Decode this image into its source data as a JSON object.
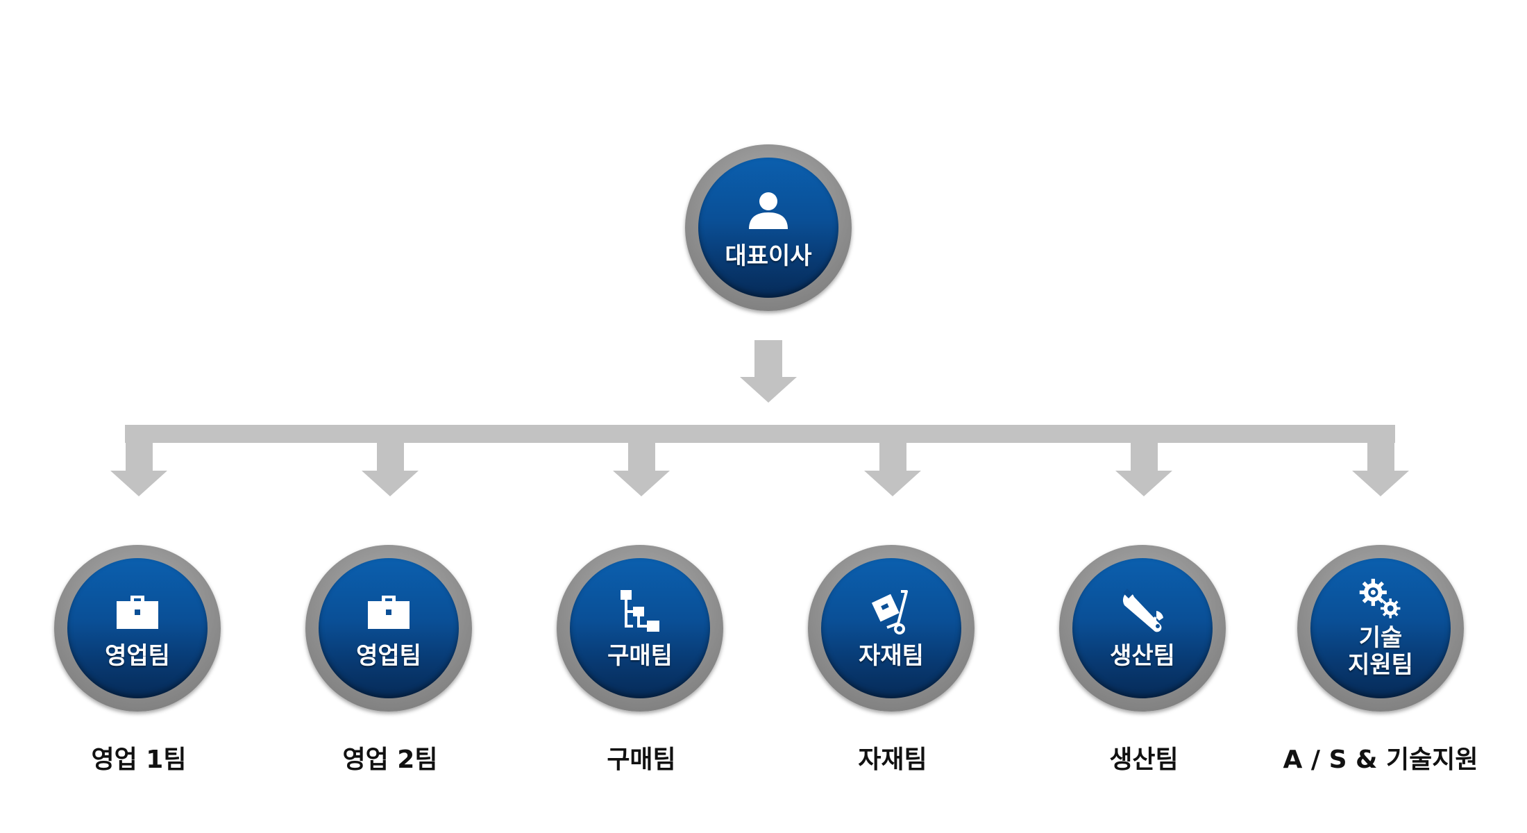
{
  "colors": {
    "connector": "#c2c2c2",
    "node_fill_top": "#0b5fae",
    "node_fill_bottom": "#062b58",
    "node_ring": "#8f8f8f",
    "node_text": "#ffffff",
    "caption_text": "#111111"
  },
  "ceo": {
    "icon": "person-icon",
    "label": "대표이사"
  },
  "teams": [
    {
      "icon": "briefcase-icon",
      "label": "영업팀",
      "caption": "영업 1팀"
    },
    {
      "icon": "briefcase-icon",
      "label": "영업팀",
      "caption": "영업 2팀"
    },
    {
      "icon": "flowchart-icon",
      "label": "구매팀",
      "caption": "구매팀"
    },
    {
      "icon": "hand-truck-icon",
      "label": "자재팀",
      "caption": "자재팀"
    },
    {
      "icon": "wrench-icon",
      "label": "생산팀",
      "caption": "생산팀"
    },
    {
      "icon": "gears-icon",
      "label": "기술\n지원팀",
      "caption": "A / S & 기술지원"
    }
  ]
}
